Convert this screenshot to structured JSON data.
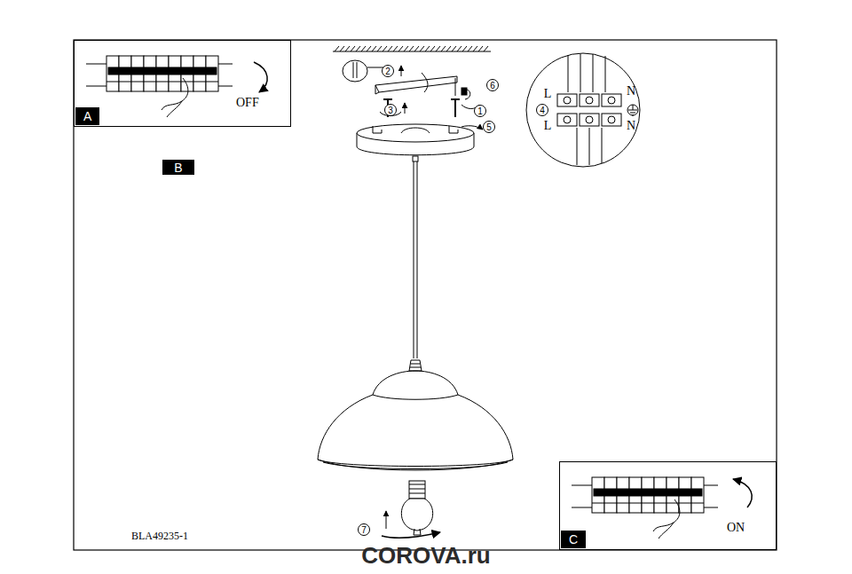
{
  "diagram": {
    "nodes": [
      {
        "text": [
          "A",
          "OFF"
        ]
      },
      {
        "text": [
          "B"
        ]
      },
      {
        "text": [
          "C",
          "ON"
        ]
      }
    ],
    "labels": [
      "2",
      "6",
      "3",
      "1",
      "5",
      "4",
      "L",
      "N",
      "L",
      "N",
      "BLA49235-1",
      "7",
      "COROVA.ru"
    ]
  }
}
